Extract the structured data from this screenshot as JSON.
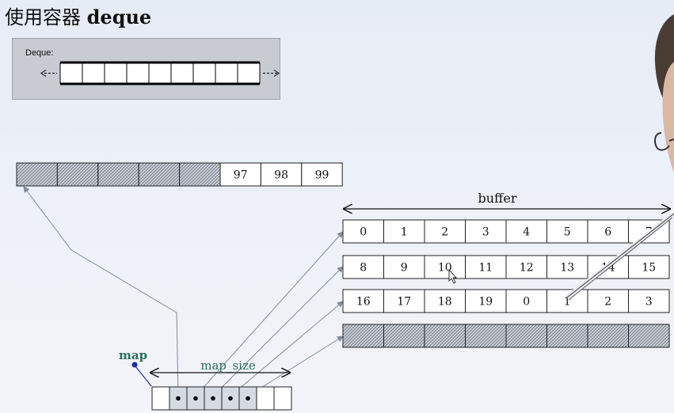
{
  "title": {
    "cn": "使用容器",
    "en": "deque"
  },
  "deque_panel": {
    "label": "Deque:",
    "cells": 9
  },
  "top_buffer": {
    "hatched": 5,
    "values": [
      "97",
      "98",
      "99"
    ]
  },
  "buffer_label": "buffer",
  "buffers": [
    [
      "0",
      "1",
      "2",
      "3",
      "4",
      "5",
      "6",
      "7"
    ],
    [
      "8",
      "9",
      "10",
      "11",
      "12",
      "13",
      "14",
      "15"
    ],
    [
      "16",
      "17",
      "18",
      "19",
      "0",
      "1",
      "2",
      "3"
    ],
    [
      "",
      "",
      "",
      "",
      "",
      "",
      "",
      ""
    ]
  ],
  "map_label": "map",
  "map_size_label": "map_size",
  "map_cells": 8,
  "map_pointer_cells": [
    1,
    2,
    3,
    4,
    5
  ]
}
